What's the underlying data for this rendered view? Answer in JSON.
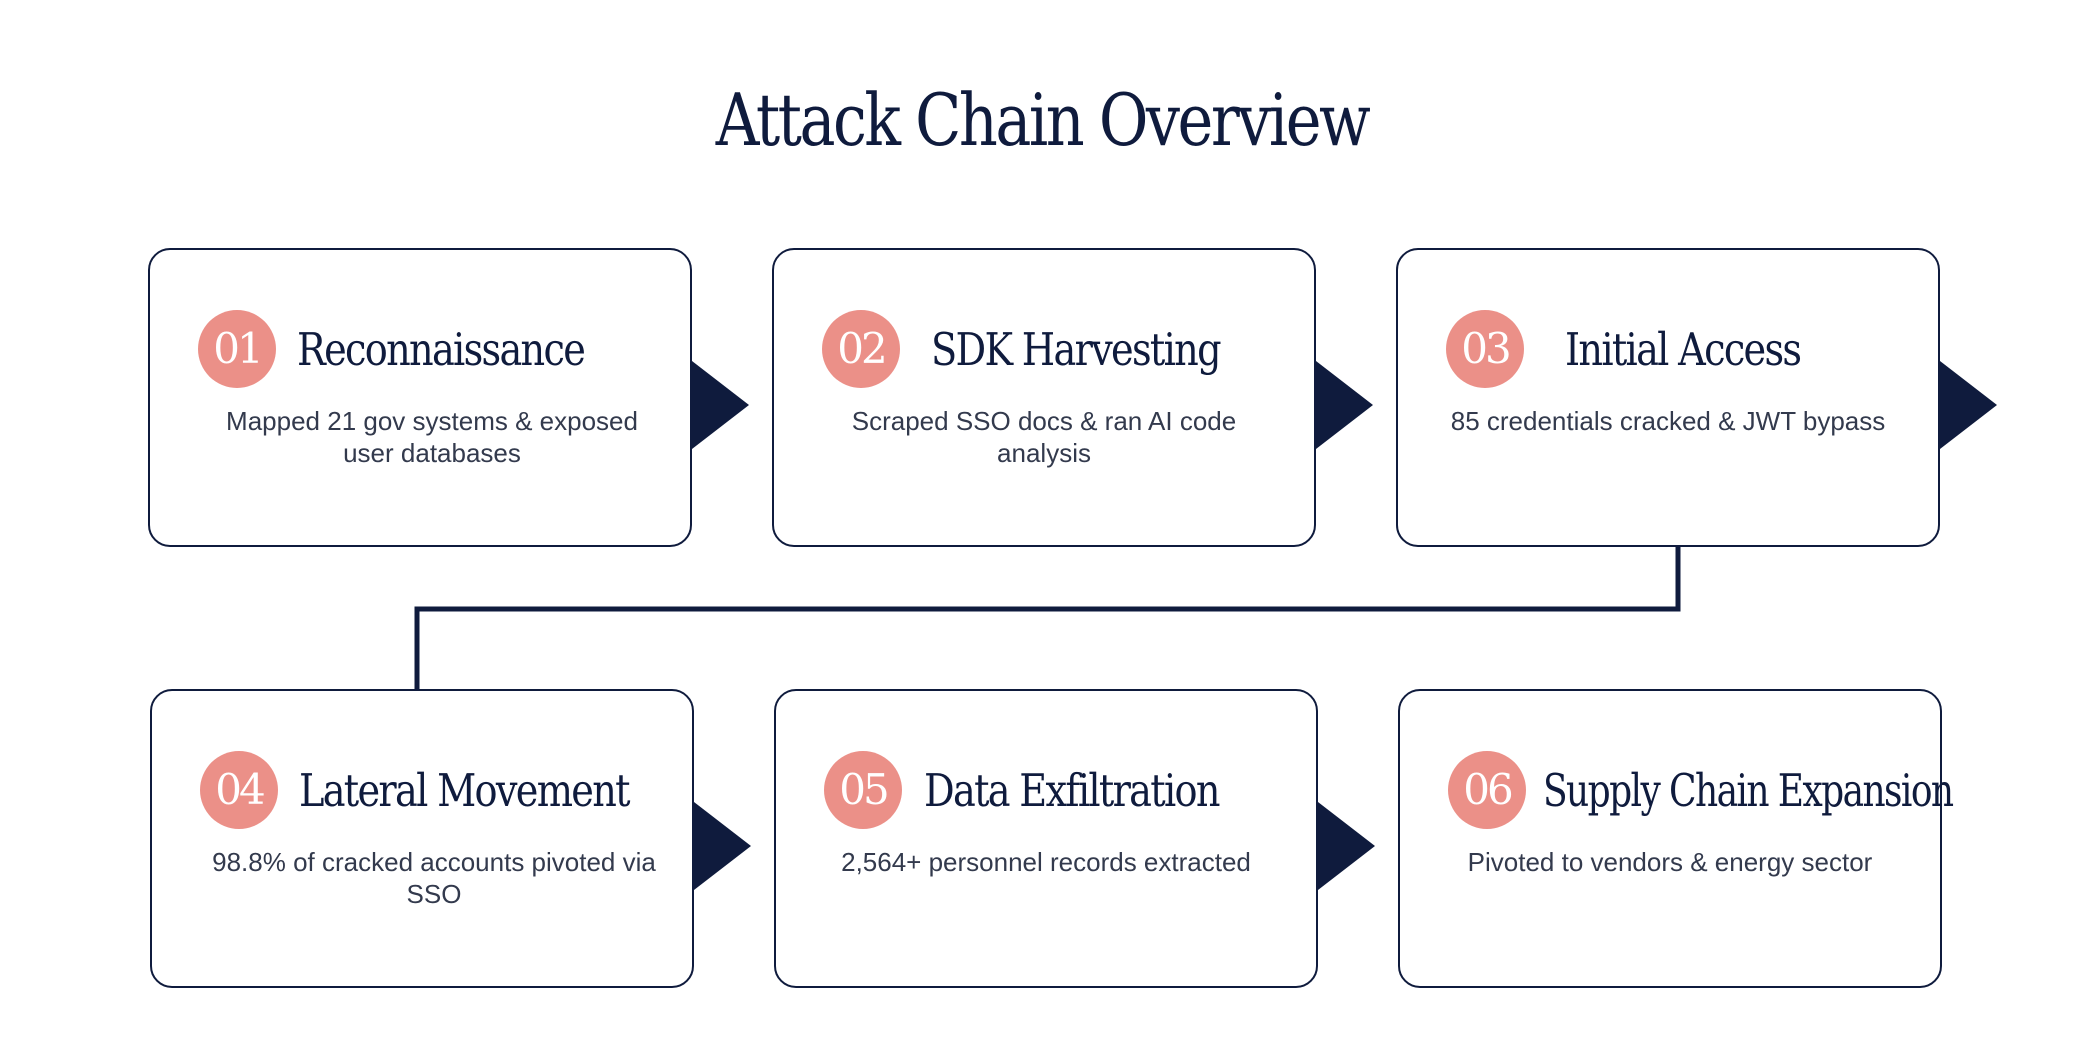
{
  "title": "Attack Chain Overview",
  "steps": [
    {
      "num": "01",
      "title": "Reconnaissance",
      "desc": "Mapped 21 gov systems & exposed user databases"
    },
    {
      "num": "02",
      "title": "SDK Harvesting",
      "desc": "Scraped SSO docs & ran AI code analysis"
    },
    {
      "num": "03",
      "title": "Initial Access",
      "desc": "85 credentials cracked & JWT bypass"
    },
    {
      "num": "04",
      "title": "Lateral Movement",
      "desc": "98.8% of cracked accounts pivoted via SSO"
    },
    {
      "num": "05",
      "title": "Data Exfiltration",
      "desc": "2,564+ personnel records extracted"
    },
    {
      "num": "06",
      "title": "Supply Chain Expansion",
      "desc": "Pivoted to vendors & energy sector"
    }
  ],
  "colors": {
    "navy": "#0f1b3d",
    "accent": "#eb9088",
    "body_text": "#333a4d",
    "background": "#ffffff"
  }
}
